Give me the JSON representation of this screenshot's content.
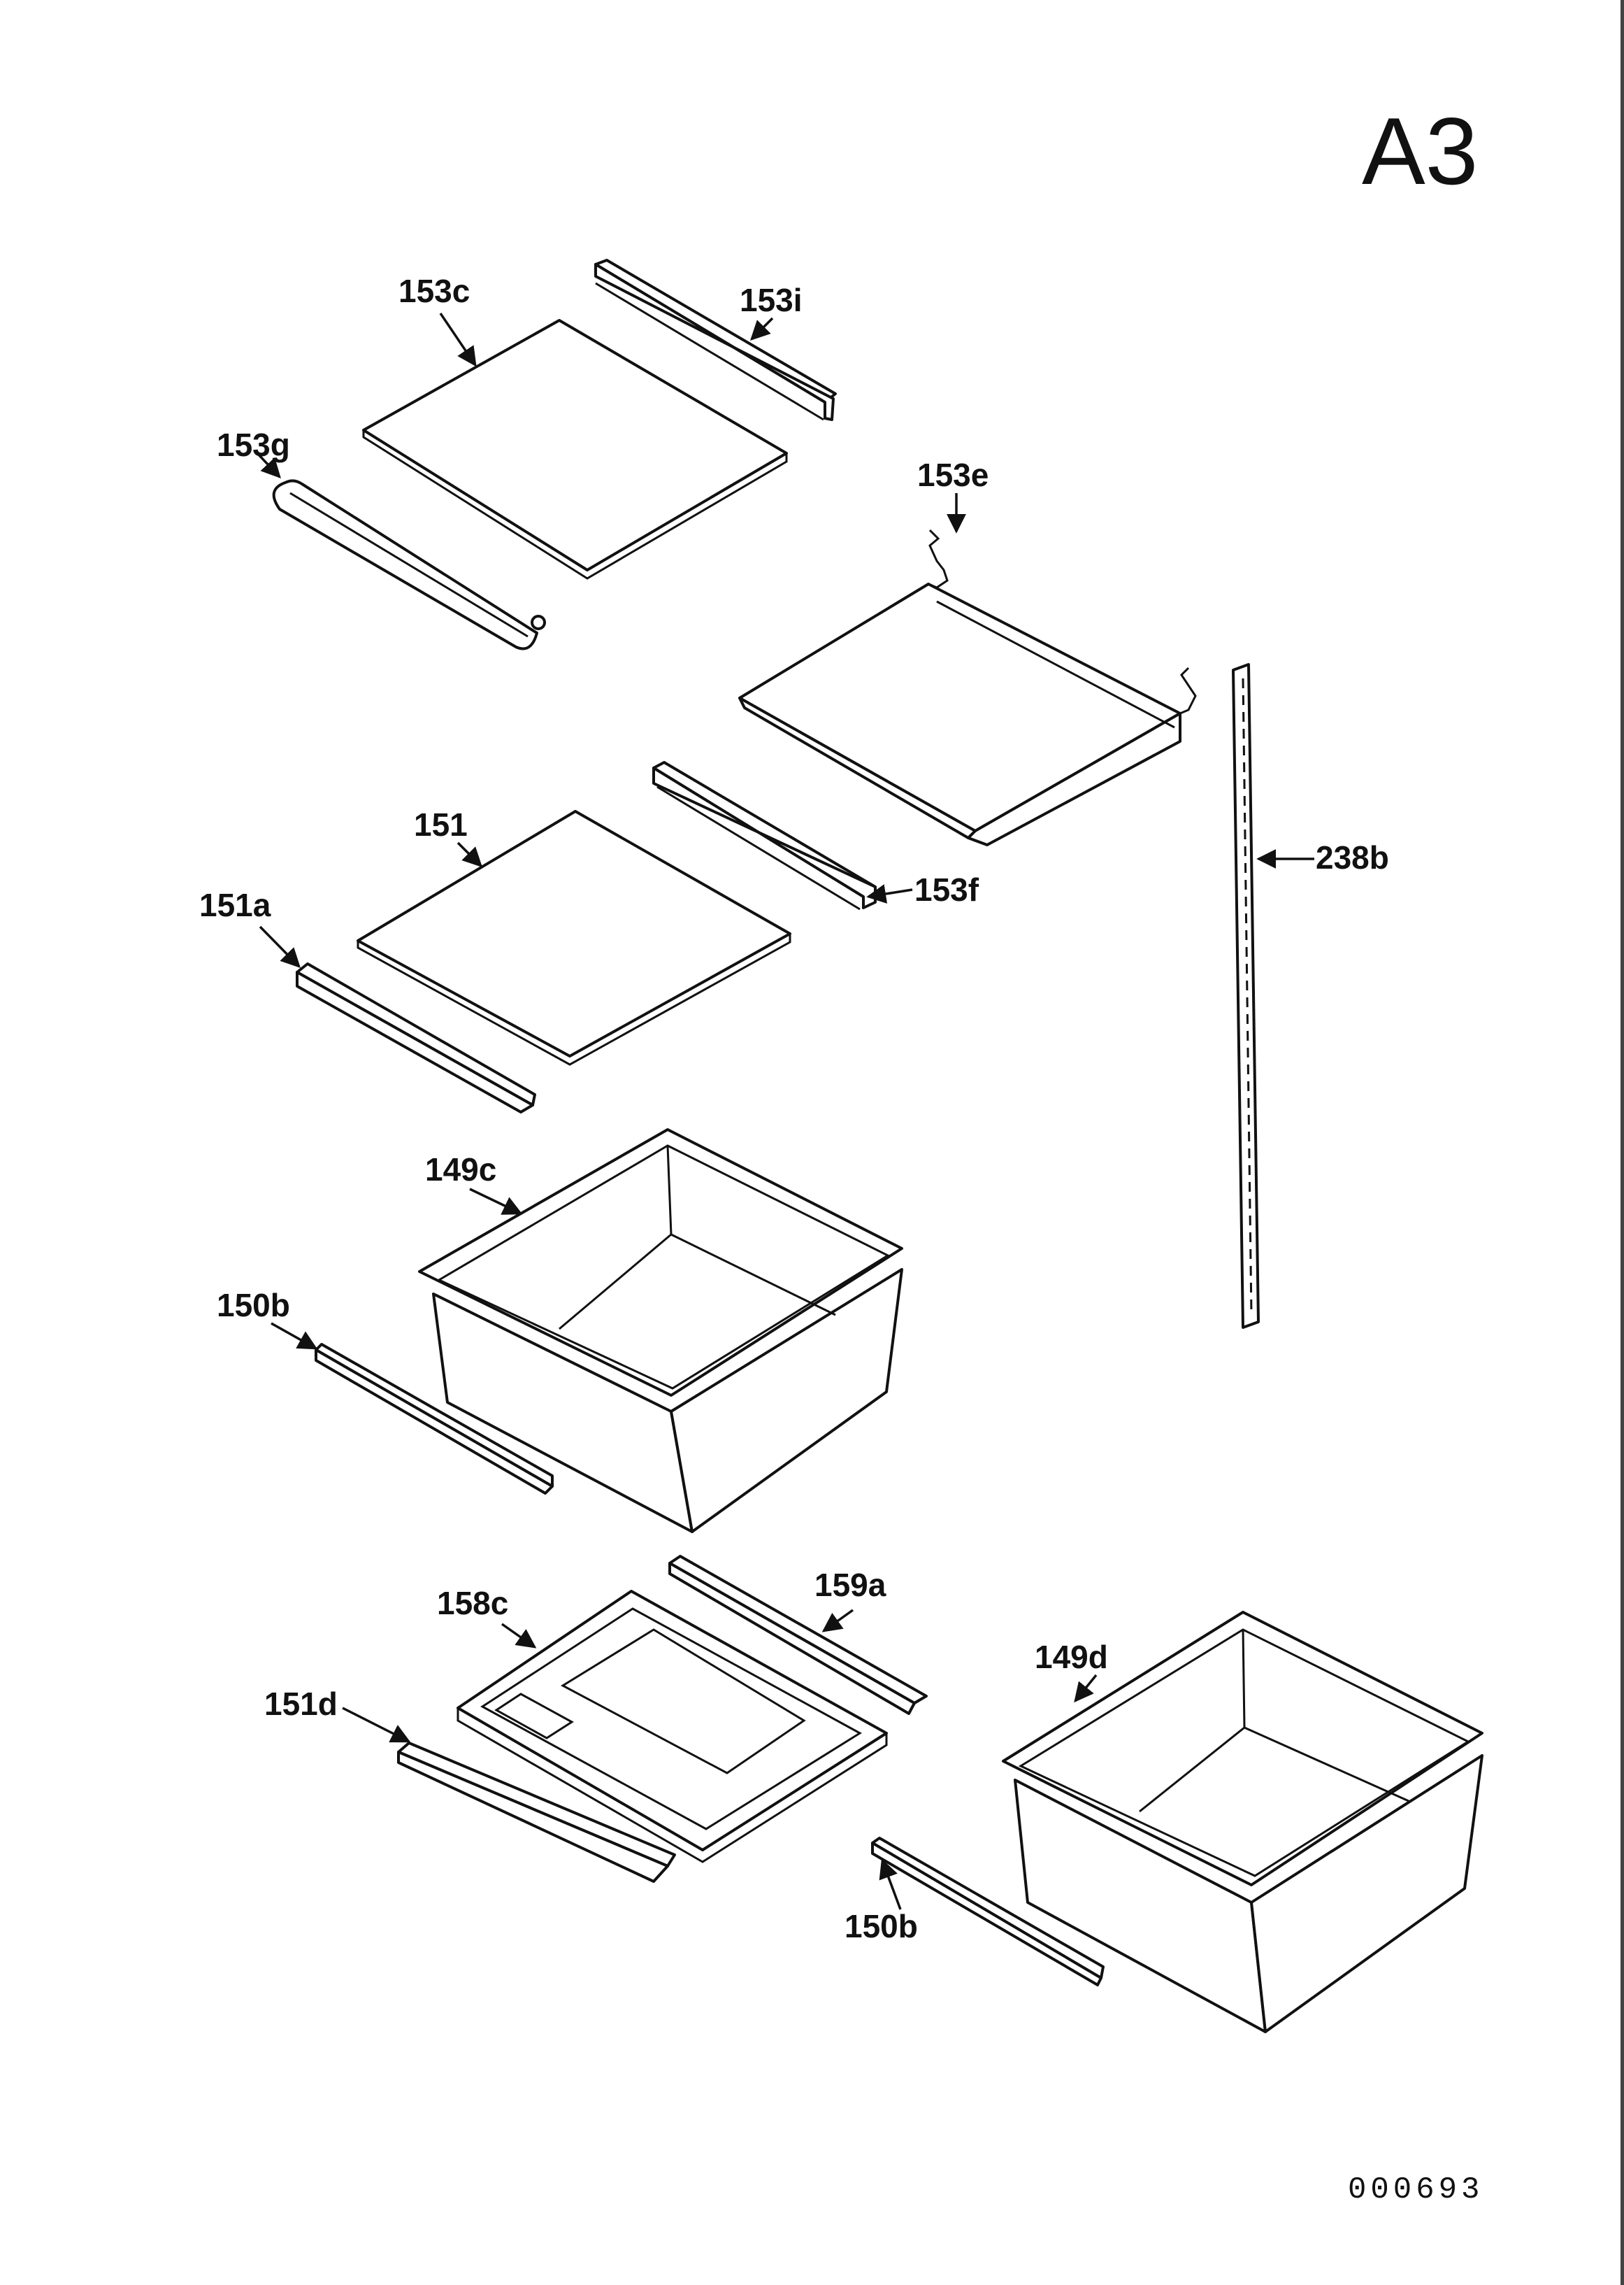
{
  "page_id": "A3",
  "document_number": "000693",
  "callouts": {
    "c153c": "153c",
    "c153i": "153i",
    "c153g": "153g",
    "c153e": "153e",
    "c238b": "238b",
    "c151": "151",
    "c151a": "151a",
    "c153f": "153f",
    "c149c": "149c",
    "c150b_top": "150b",
    "c158c": "158c",
    "c159a": "159a",
    "c149d": "149d",
    "c151d": "151d",
    "c150b_bottom": "150b"
  }
}
